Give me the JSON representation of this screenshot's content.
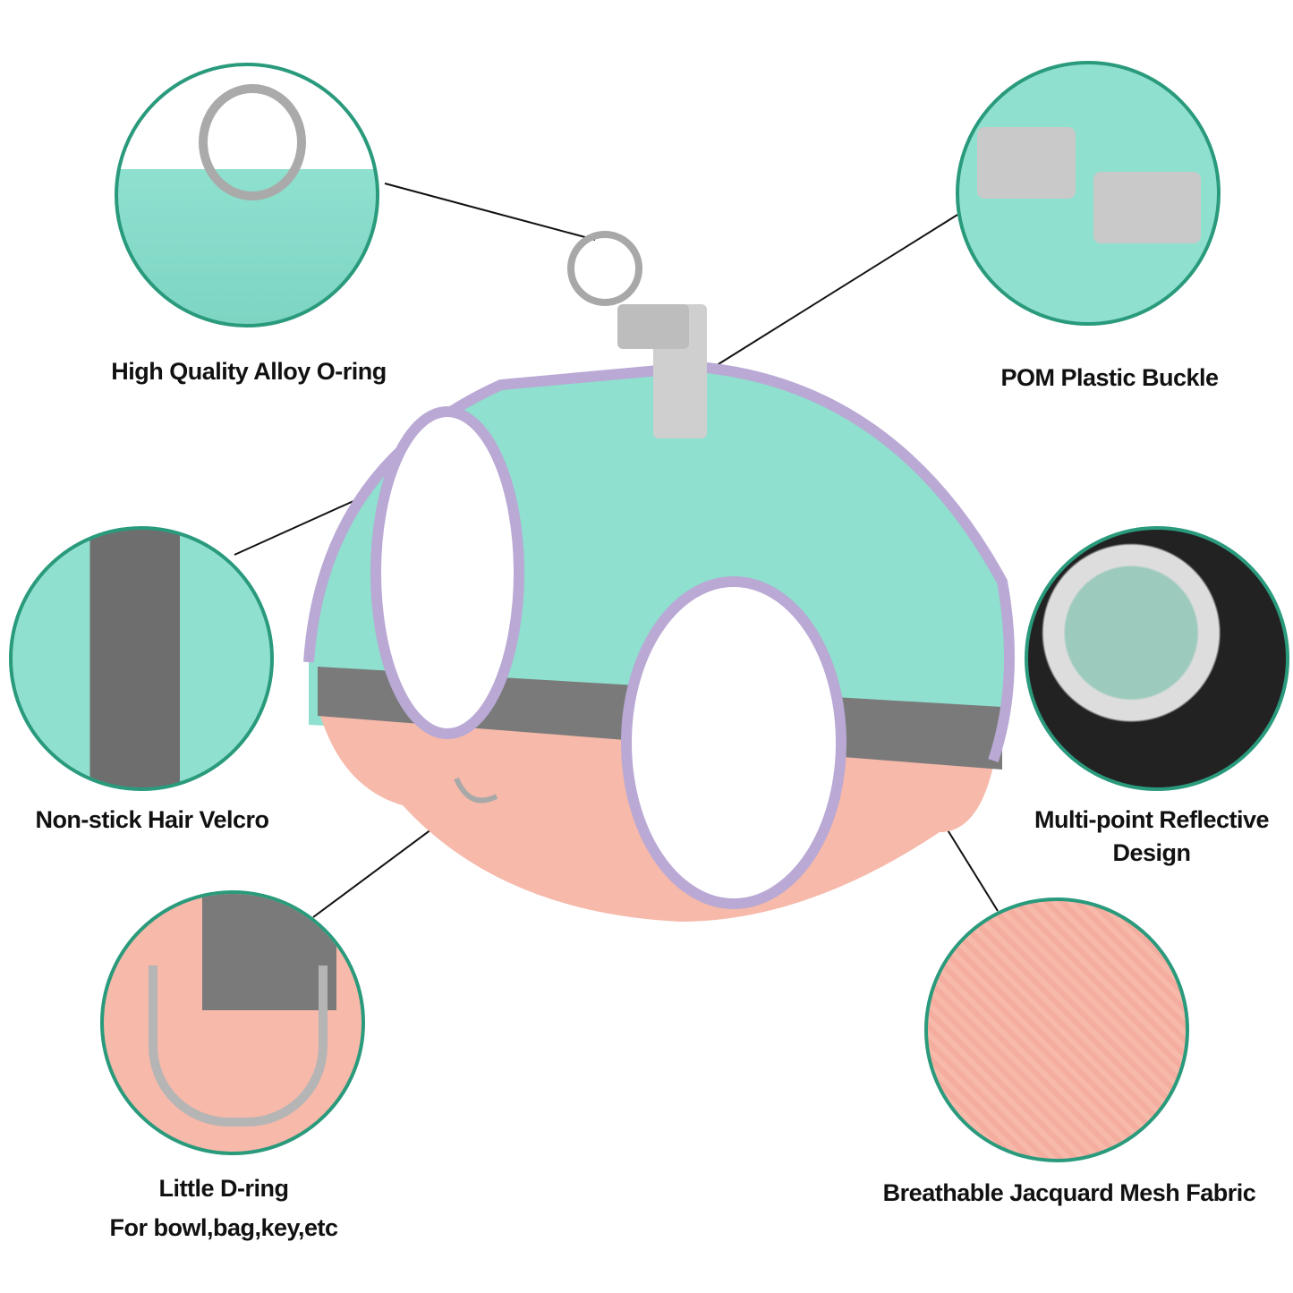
{
  "features": [
    {
      "label": "High Quality Alloy O-ring"
    },
    {
      "label": "POM Plastic Buckle"
    },
    {
      "label": "Non-stick Hair Velcro"
    },
    {
      "label_line1": "Multi-point Reflective",
      "label_line2": "Design"
    },
    {
      "label_line1": "Little D-ring",
      "label_line2": "For bowl,bag,key,etc"
    },
    {
      "label": "Breathable Jacquard Mesh Fabric"
    }
  ],
  "colors": {
    "border": "#2a9a7c",
    "mint": "#8fe0cf",
    "pink": "#f6b9aa",
    "grey": "#7a7a7a"
  }
}
